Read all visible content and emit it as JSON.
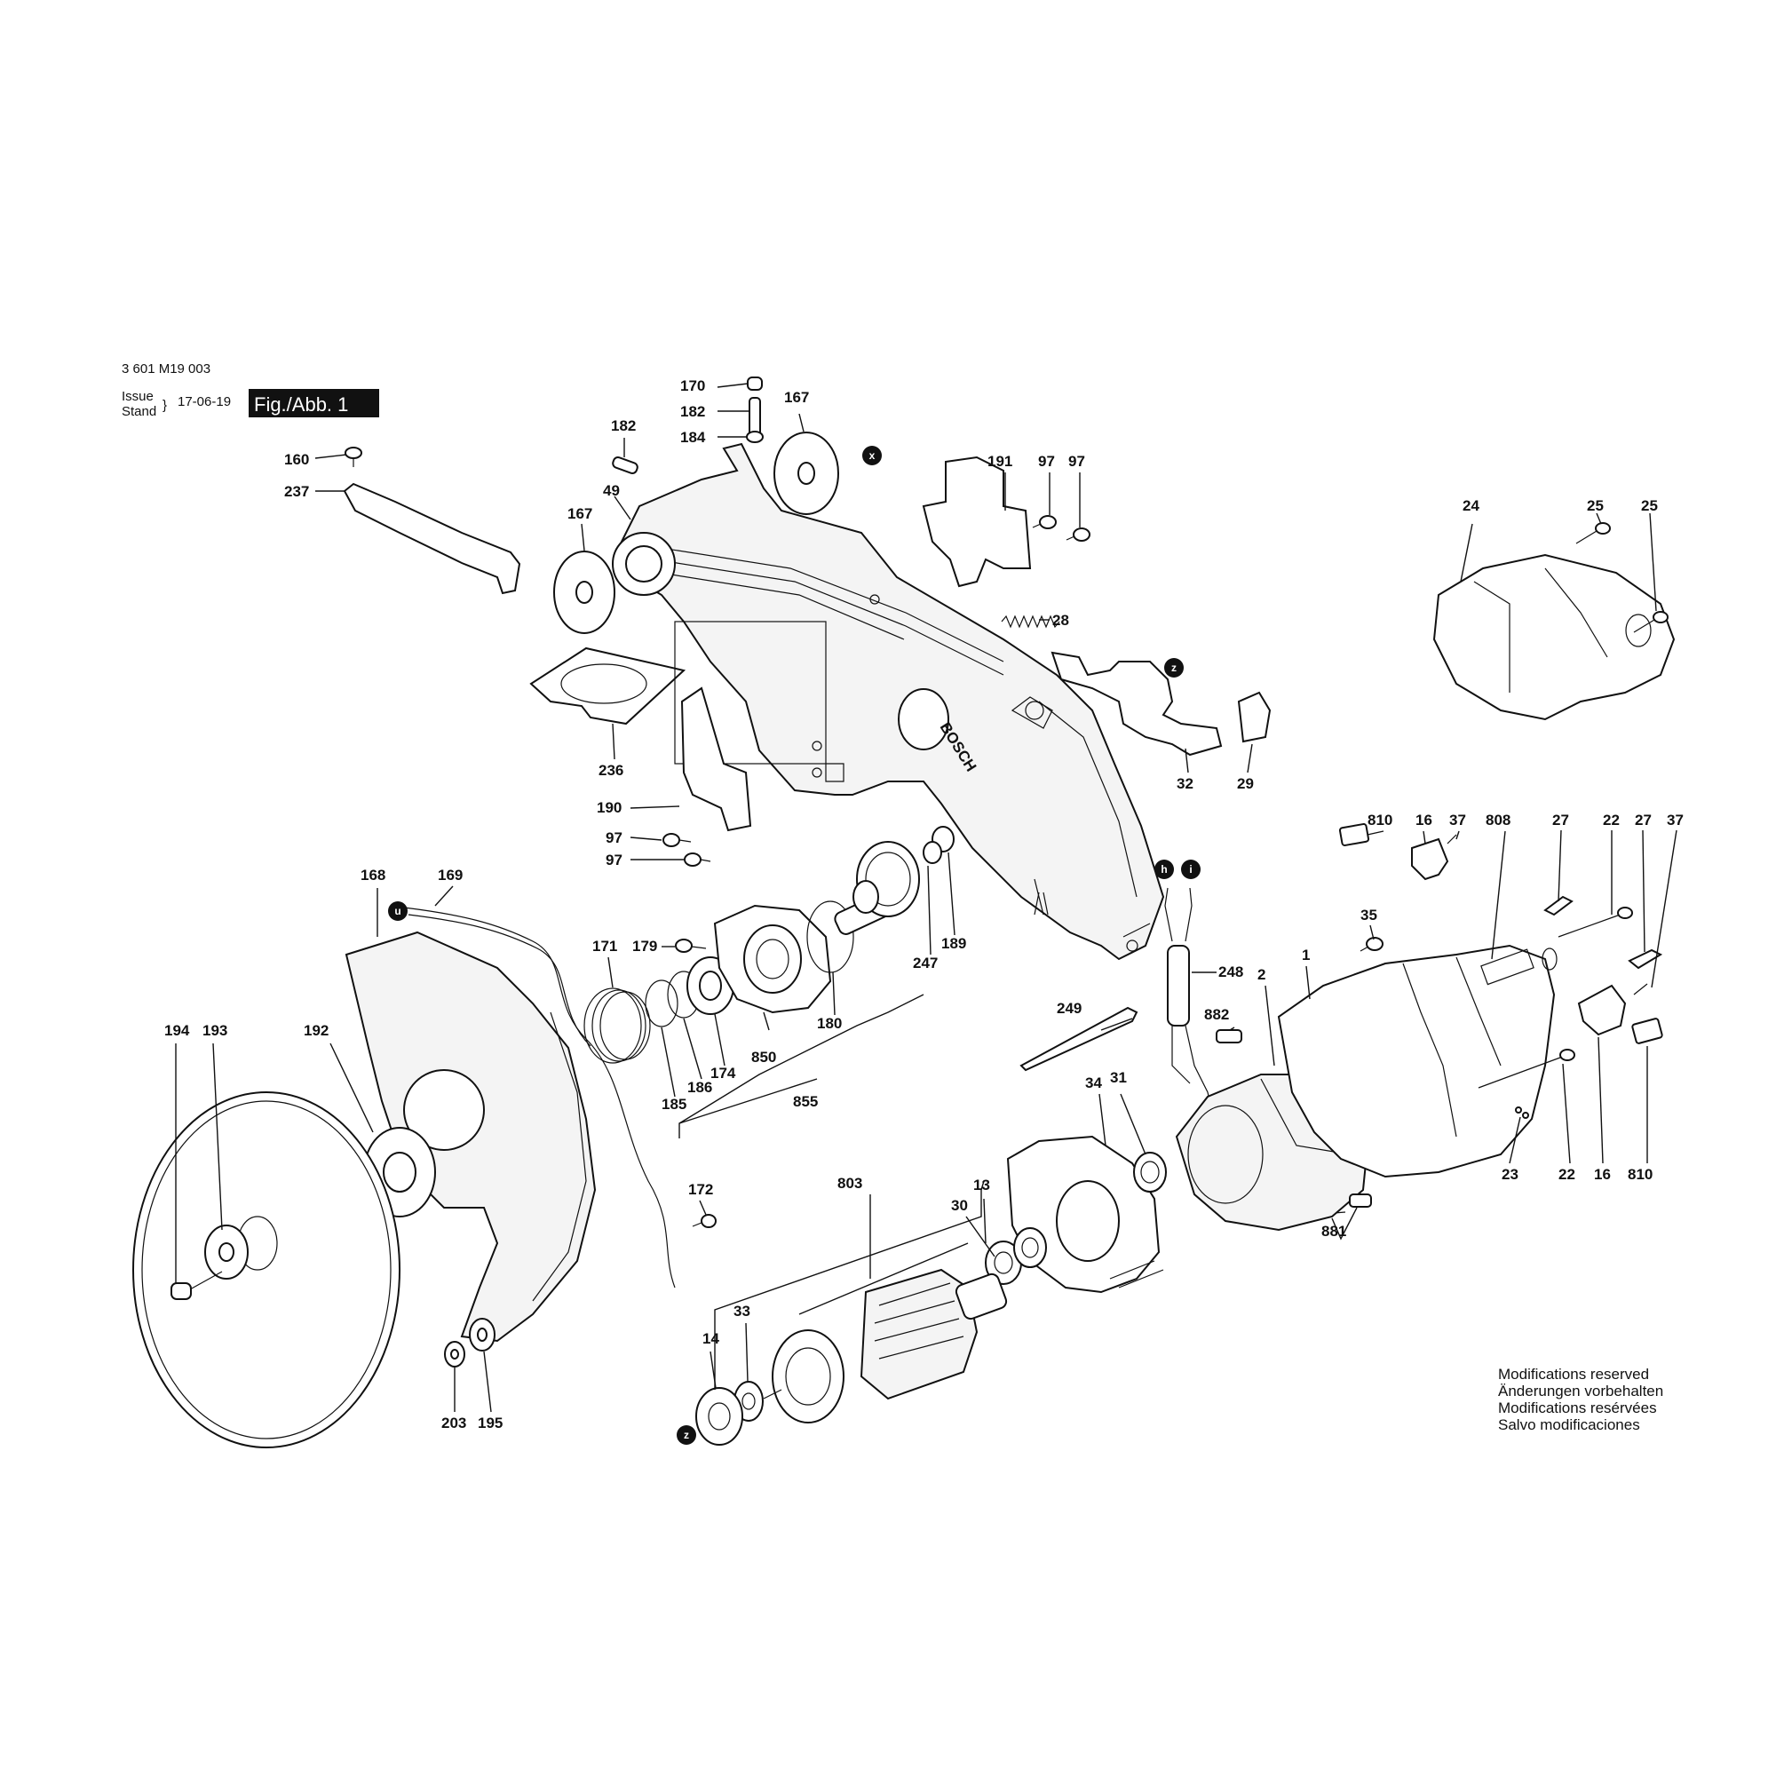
{
  "header": {
    "part_number": "3 601 M19 003",
    "issue": "Issue",
    "stand": "Stand",
    "date": "17-06-19",
    "figure": "Fig./Abb. 1"
  },
  "notes": [
    "Modifications reserved",
    "Änderungen vorbehalten",
    "Modifications resérvées",
    "Salvo modificaciones"
  ],
  "brand": "BOSCH",
  "markers": [
    "x",
    "z",
    "u",
    "h",
    "i",
    "z"
  ],
  "labels": [
    "170",
    "182",
    "184",
    "167",
    "182",
    "160",
    "237",
    "49",
    "167",
    "191",
    "97",
    "97",
    "28",
    "24",
    "25",
    "25",
    "236",
    "190",
    "97",
    "97",
    "32",
    "29",
    "168",
    "169",
    "171",
    "179",
    "189",
    "247",
    "180",
    "850",
    "174",
    "186",
    "185",
    "855",
    "810",
    "16",
    "37",
    "808",
    "27",
    "22",
    "27",
    "37",
    "35",
    "1",
    "248",
    "2",
    "882",
    "249",
    "34",
    "31",
    "194",
    "193",
    "192",
    "172",
    "803",
    "13",
    "30",
    "33",
    "14",
    "203",
    "195",
    "881",
    "23",
    "22",
    "16",
    "810"
  ]
}
